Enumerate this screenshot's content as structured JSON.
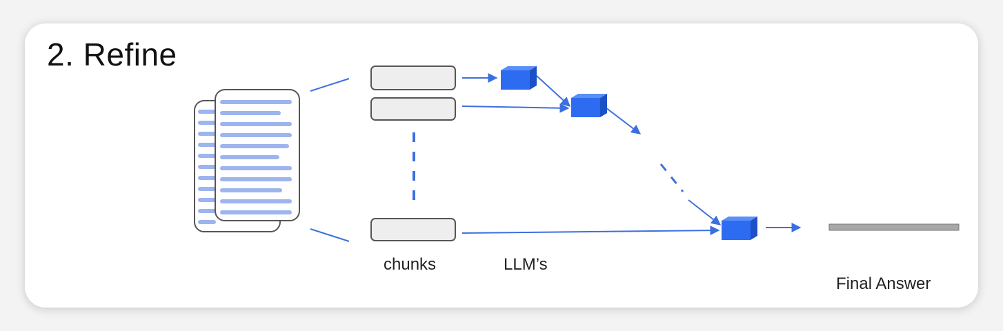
{
  "diagram": {
    "title": "2. Refine",
    "labels": {
      "chunks": "chunks",
      "llms": "LLM’s",
      "final_answer": "Final Answer"
    }
  },
  "colors": {
    "accent": "#3b6fe0",
    "cube_front": "#2d6bf0",
    "cube_top": "#5a8ff7",
    "cube_side": "#1c50c7",
    "doc_line": "#9db4ee",
    "chunk_fill": "#eeeeee",
    "chunk_stroke": "#555555",
    "answer_bar": "#a8a8a8"
  }
}
